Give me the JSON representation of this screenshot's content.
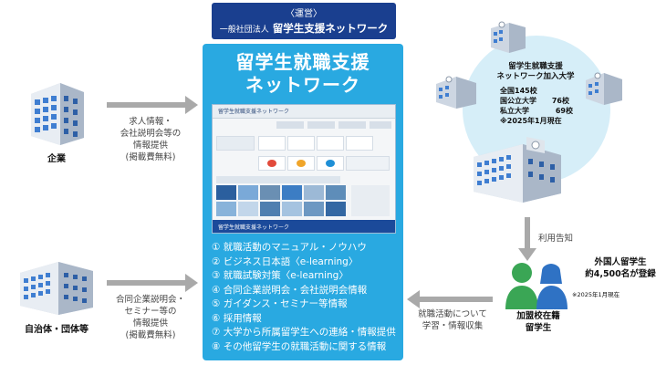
{
  "operator": {
    "label": "〈運営〉",
    "prefix": "一般社団法人",
    "name": "留学生支援ネットワーク"
  },
  "center": {
    "title": "留学生就職支援\nネットワーク",
    "site_header": "留学生就職支援ネットワーク",
    "site_footer": "留学生就職支援ネットワーク",
    "services": [
      "① 就職活動のマニュアル・ノウハウ",
      "② ビジネス日本語〈e-learning〉",
      "③ 就職試験対策〈e-learning〉",
      "④ 合同企業説明会・会社説明会情報",
      "⑤ ガイダンス・セミナー等情報",
      "⑥ 採用情報",
      "⑦ 大学から所属留学生への連絡・情報提供",
      "⑧ その他留学生の就職活動に関する情報"
    ]
  },
  "company": {
    "label": "企業",
    "arrow_text": "求人情報・\n会社説明会等の\n情報提供\n(掲載費無料)"
  },
  "municipality": {
    "label": "自治体・団体等",
    "arrow_text": "合同企業説明会・\nセミナー等の\n情報提供\n(掲載費無料)"
  },
  "universities": {
    "title": "留学生就職支援\nネットワーク加入大学",
    "total": "全国145校",
    "rows": [
      {
        "label": "国公立大学",
        "value": "76校"
      },
      {
        "label": "私立大学",
        "value": "69校"
      }
    ],
    "note": "※2025年1月現在",
    "arrow_text": "利用告知"
  },
  "students": {
    "title": "外国人留学生\n約4,500名が登録",
    "note": "※2025年1月現在",
    "enrolled_label": "加盟校在籍\n留学生",
    "arrow_text": "就職活動について\n学習・情報収集"
  },
  "colors": {
    "navy": "#1a3f8f",
    "panel_blue": "#29a9e1",
    "arrow_gray": "#a9a9a9",
    "circle_blue": "#d6eef8",
    "student_green": "#3aa655",
    "student_blue": "#2f72c4"
  }
}
